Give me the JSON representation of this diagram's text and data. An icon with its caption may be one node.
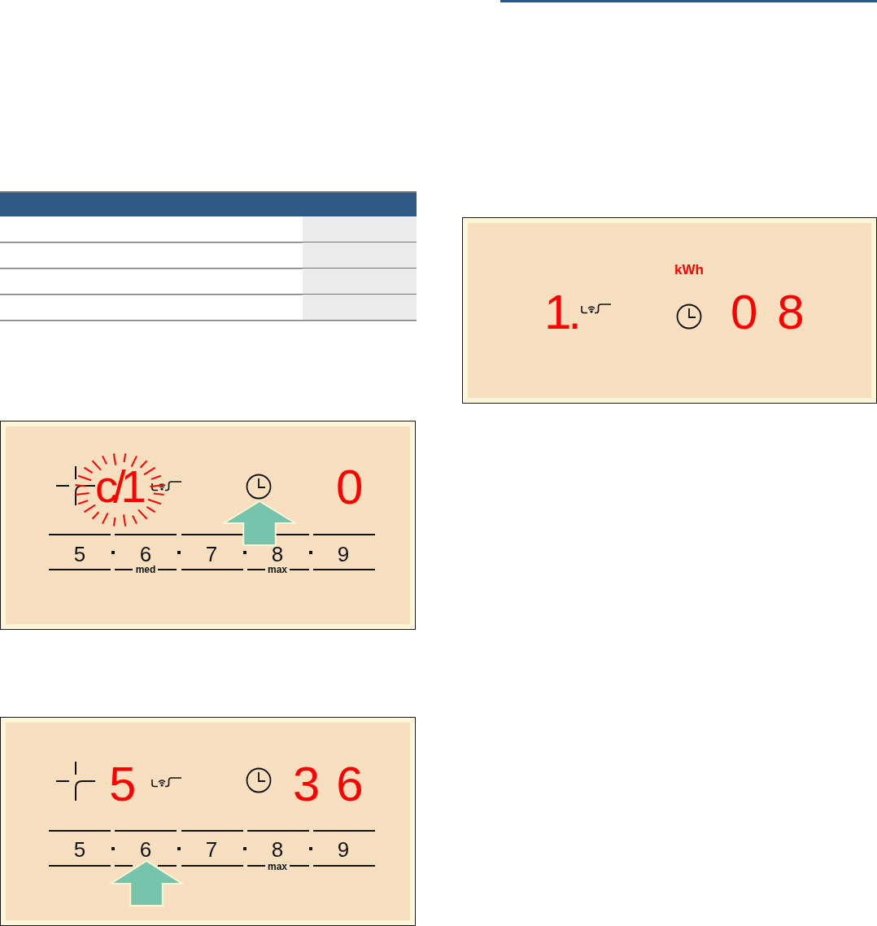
{
  "diagram": {
    "nodes": [
      {
        "text": [
          "c/1",
          "0",
          "5",
          "6",
          "7",
          "8",
          "9",
          "med",
          "max"
        ]
      },
      {
        "text": [
          "5",
          "36",
          "5",
          "6",
          "7",
          "8",
          "9",
          "max"
        ]
      },
      {
        "text": [
          "kWh",
          "1.",
          "08"
        ]
      }
    ]
  }
}
